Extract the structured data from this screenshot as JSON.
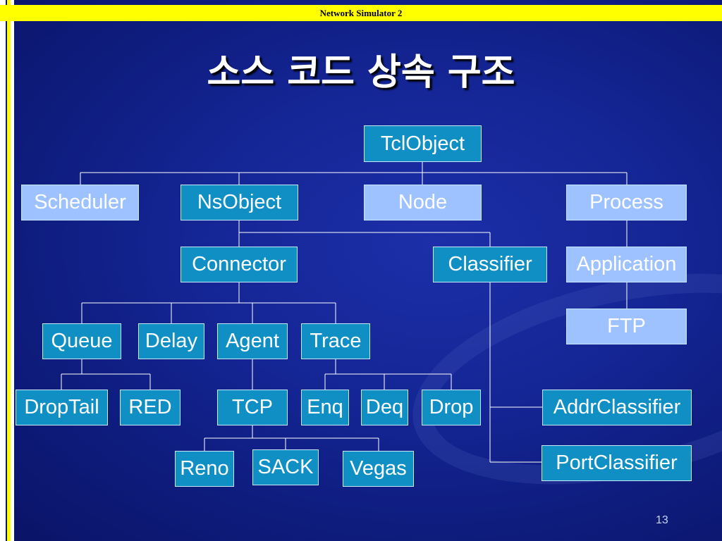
{
  "header": {
    "title": "Network Simulator 2"
  },
  "slide": {
    "title": "소스 코드 상속 구조",
    "page_number": "13"
  },
  "nodes": {
    "tclobject": "TclObject",
    "scheduler": "Scheduler",
    "nsobject": "NsObject",
    "node": "Node",
    "process": "Process",
    "connector": "Connector",
    "classifier": "Classifier",
    "application": "Application",
    "ftp": "FTP",
    "queue": "Queue",
    "delay": "Delay",
    "agent": "Agent",
    "trace": "Trace",
    "droptail": "DropTail",
    "red": "RED",
    "tcp": "TCP",
    "enq": "Enq",
    "deq": "Deq",
    "drop": "Drop",
    "addrclassifier": "AddrClassifier",
    "portclassifier": "PortClassifier",
    "reno": "Reno",
    "sack": "SACK",
    "vegas": "Vegas"
  },
  "colors": {
    "node_teal": "#0f8fc4",
    "node_light": "#9dc2ff",
    "header_yellow": "#ffff00",
    "background": "#142594"
  }
}
